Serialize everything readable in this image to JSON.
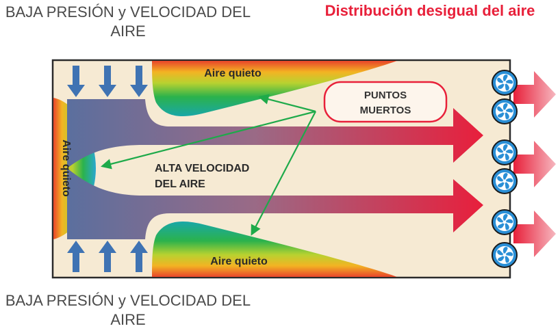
{
  "top_label": "BAJA PRESIÓN y VELOCIDAD DEL AIRE",
  "bottom_label": "BAJA PRESIÓN y VELOCIDAD DEL AIRE",
  "title": "Distribución desigual del aire",
  "zones": {
    "top_still": "Aire quieto",
    "bottom_still": "Aire quieto",
    "left_still": "Aire quieto"
  },
  "dead_spots": {
    "line1": "PUNTOS",
    "line2": "MUERTOS"
  },
  "high_velocity": {
    "line1": "ALTA VELOCIDAD",
    "line2": "DEL AIRE"
  },
  "colors": {
    "box_fill": "#f6ead3",
    "accent_red": "#e8203a",
    "pointer_green": "#1eaa4a",
    "fan_blue": "#2a8fd6",
    "intake_arrow": "#3f73b3"
  },
  "fans": {
    "count": 6
  }
}
